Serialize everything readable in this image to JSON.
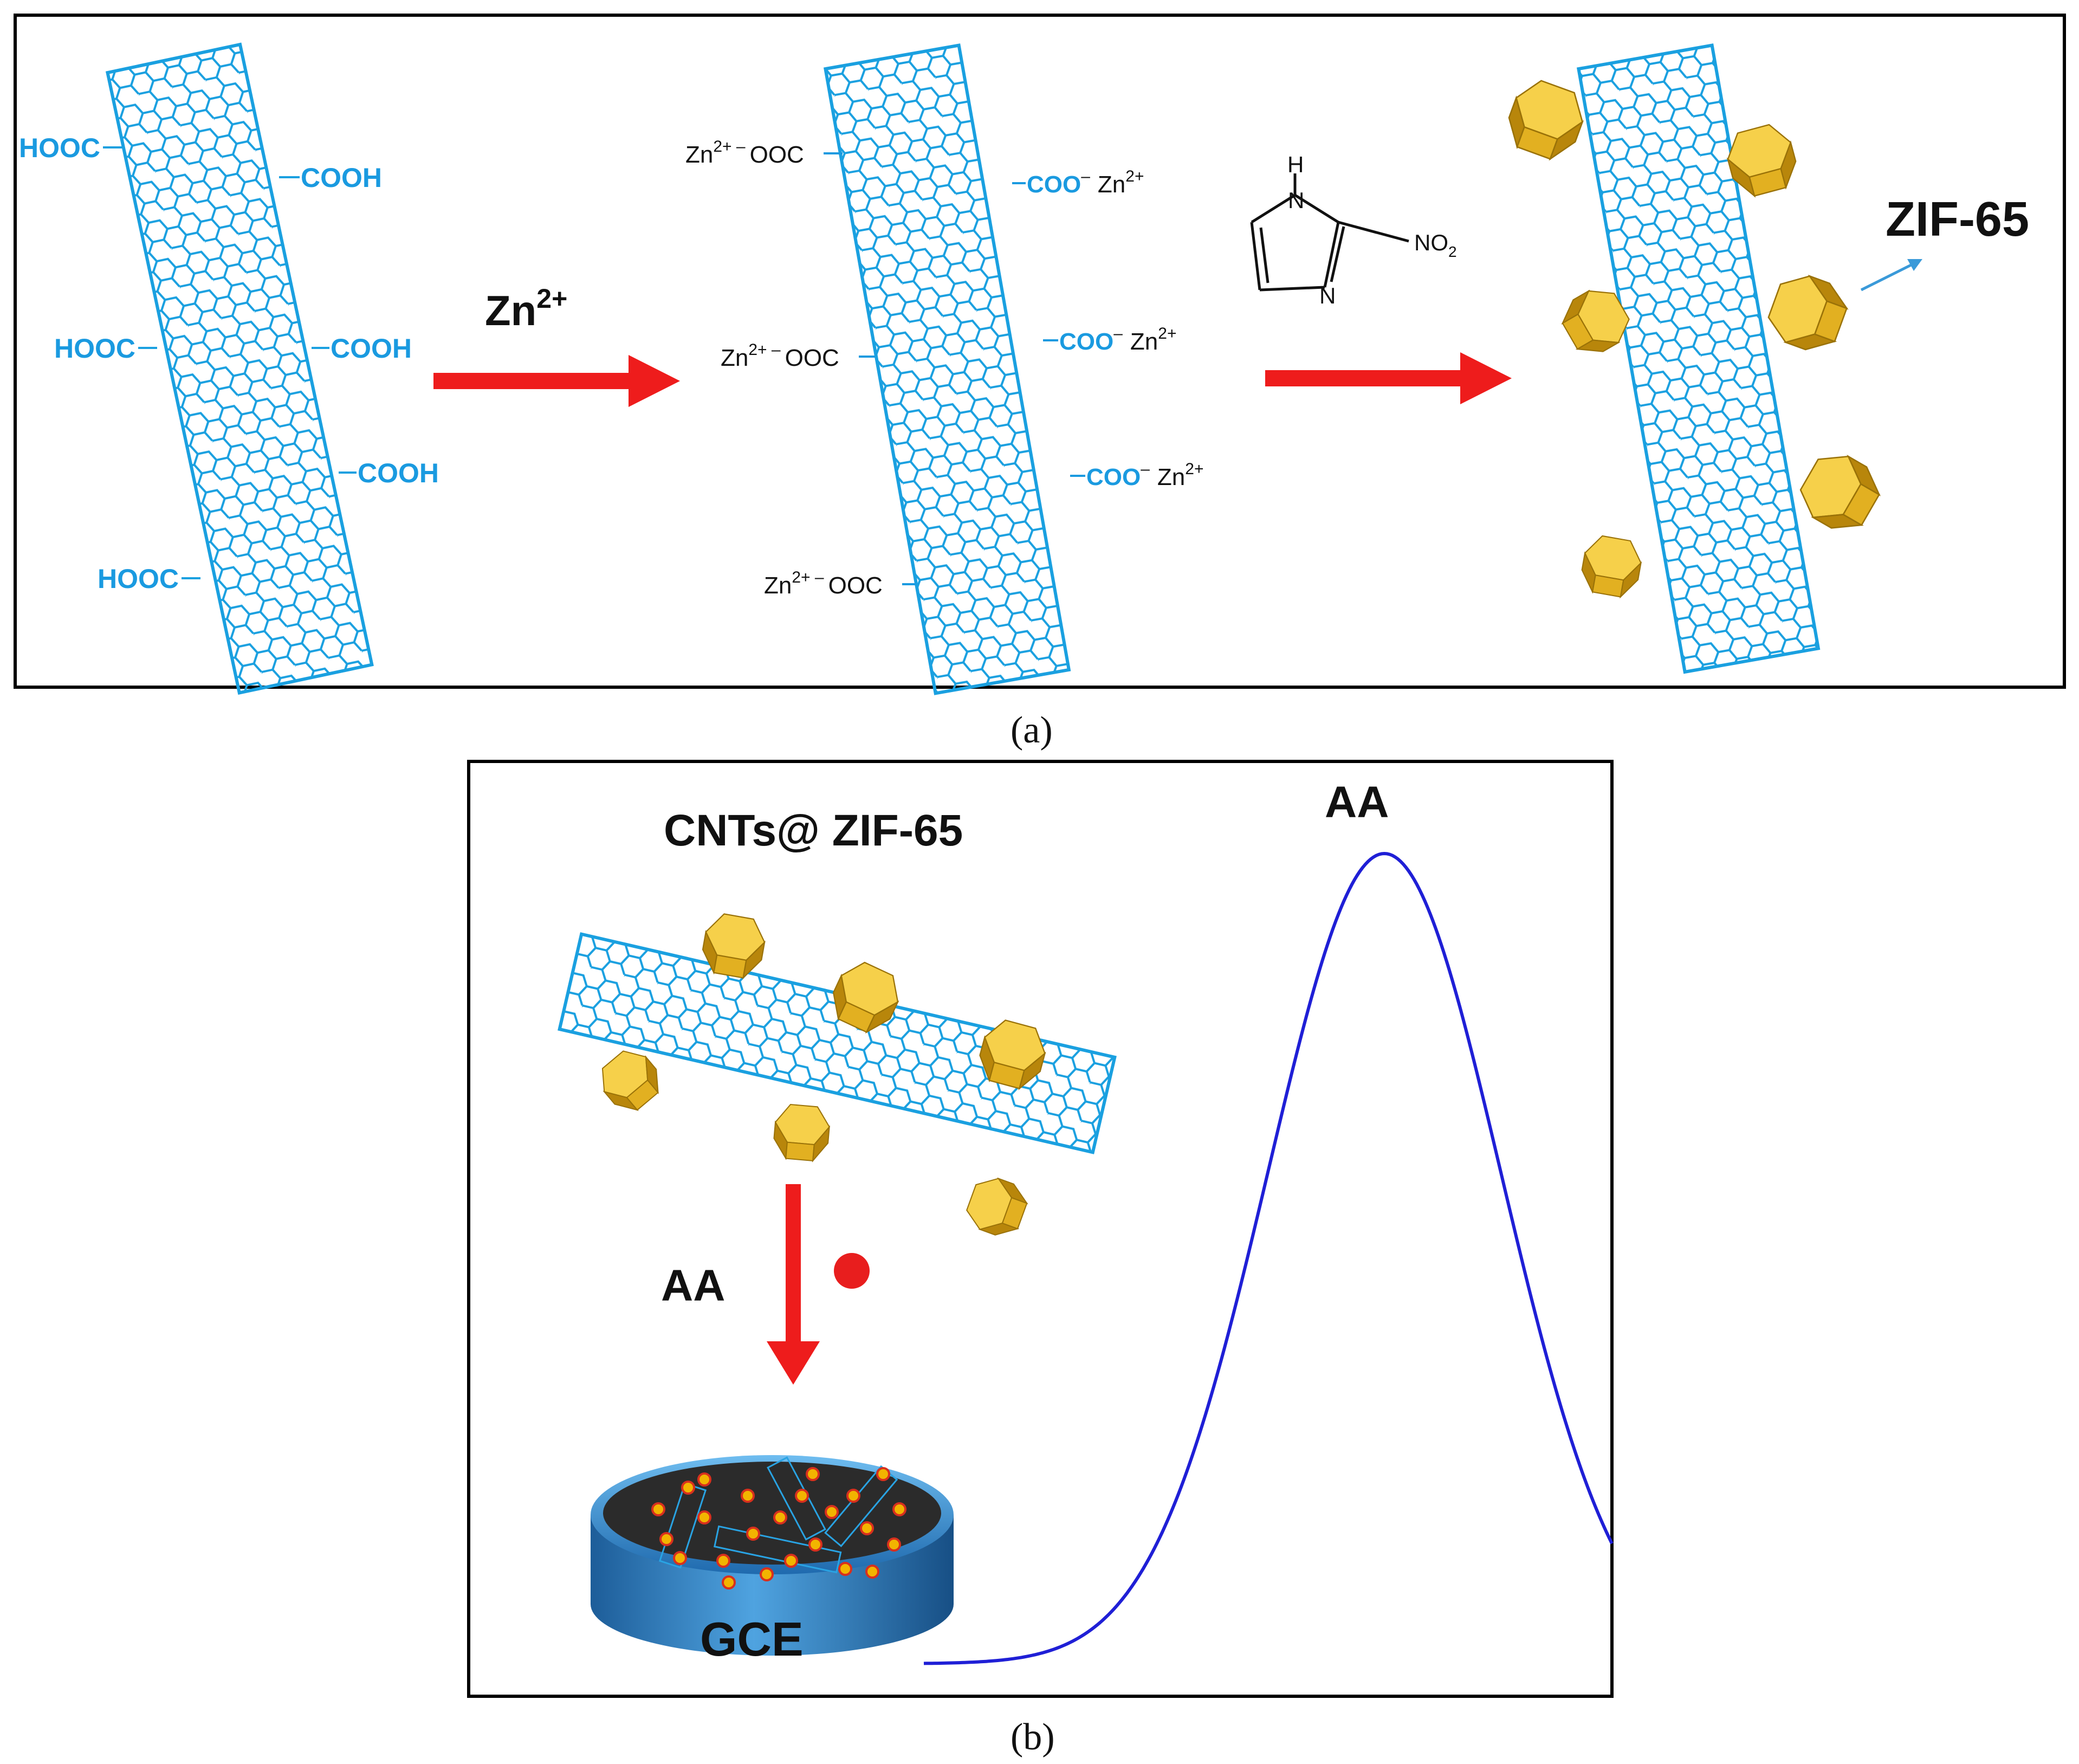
{
  "colors": {
    "tube": "#1aa0e0",
    "tube_text": "#1a9ae0",
    "arrow": "#ee1c1c",
    "crystal_light": "#f6d04a",
    "crystal_mid": "#e2b021",
    "crystal_dark": "#b8860b",
    "curve": "#1f1fd6",
    "gce_side": "#2f7fc0",
    "gce_top": "#2b2b2b",
    "frame": "#000000",
    "red_dot": "#e81e1e"
  },
  "panel_a": {
    "tube1": {
      "left_groups": [
        "HOOC",
        "HOOC",
        "HOOC"
      ],
      "right_groups": [
        "COOH",
        "COOH",
        "COOH"
      ]
    },
    "arrow1_label": "Zn",
    "arrow1_sup": "2+",
    "tube2": {
      "left": [
        {
          "ion": "Zn",
          "sup": "2+ –",
          "group": "OOC"
        },
        {
          "ion": "Zn",
          "sup": "2+ –",
          "group": "OOC"
        },
        {
          "ion": "Zn",
          "sup": "2+ –",
          "group": "OOC"
        }
      ],
      "right": [
        {
          "group": "COO",
          "sup": "–",
          "ion": "Zn",
          "ion_sup": "2+"
        },
        {
          "group": "COO",
          "sup": "–",
          "ion": "Zn",
          "ion_sup": "2+"
        },
        {
          "group": "COO",
          "sup": "–",
          "ion": "Zn",
          "ion_sup": "2+"
        }
      ]
    },
    "molecule": {
      "h_label": "H",
      "n_label": "N",
      "substituent": "NO",
      "substituent_sub": "2"
    },
    "product_label": "ZIF-65",
    "caption": "(a)"
  },
  "panel_b": {
    "composite_label": "CNTs@ ZIF-65",
    "arrow_label": "AA",
    "peak_label": "AA",
    "electrode_label": "GCE",
    "caption": "(b)"
  }
}
